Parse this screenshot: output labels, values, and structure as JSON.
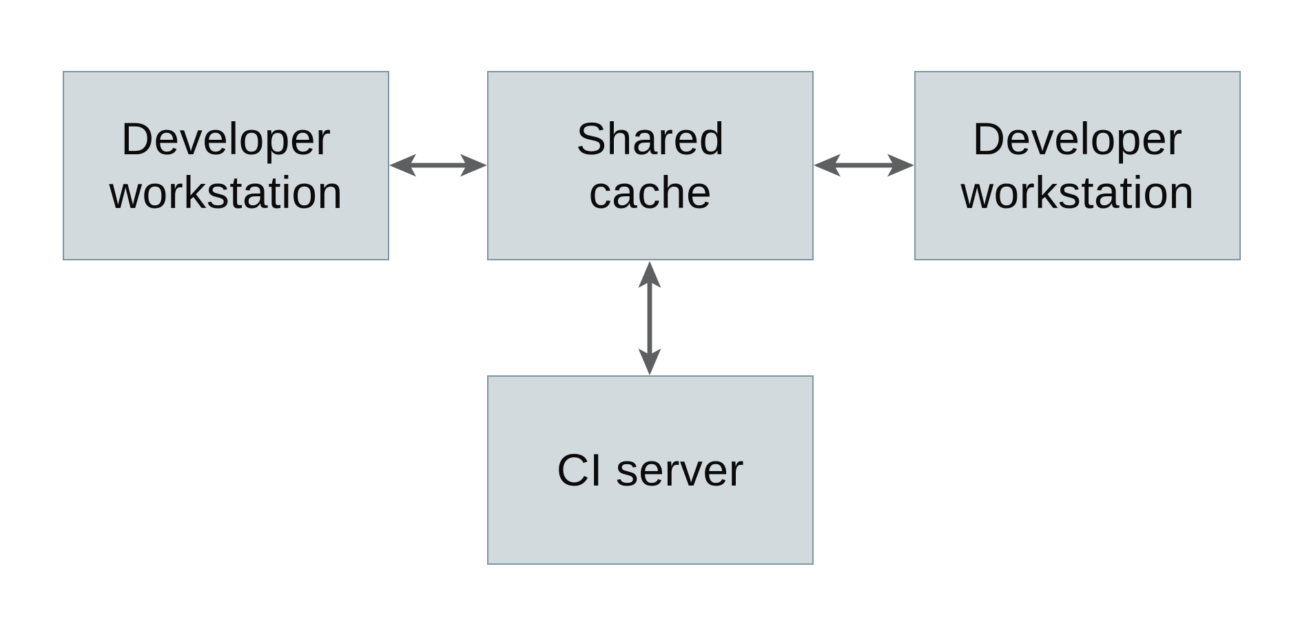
{
  "page": {
    "background_color": "#ffffff"
  },
  "colors": {
    "node_fill": "#d3dadd",
    "node_border": "#7b96a2",
    "arrow": "#5e5f61",
    "text": "#0b0b0b"
  },
  "diagram": {
    "nodes": [
      {
        "id": "developer-workstation-left",
        "label": "Developer\nworkstation"
      },
      {
        "id": "shared-cache",
        "label": "Shared\ncache"
      },
      {
        "id": "developer-workstation-right",
        "label": "Developer\nworkstation"
      },
      {
        "id": "ci-server",
        "label": "CI server"
      }
    ],
    "edges": [
      {
        "from": "developer-workstation-left",
        "to": "shared-cache",
        "type": "bidirectional",
        "icon": "bidirectional-arrow-horizontal"
      },
      {
        "from": "shared-cache",
        "to": "developer-workstation-right",
        "type": "bidirectional",
        "icon": "bidirectional-arrow-horizontal"
      },
      {
        "from": "shared-cache",
        "to": "ci-server",
        "type": "bidirectional",
        "icon": "bidirectional-arrow-vertical"
      }
    ]
  }
}
